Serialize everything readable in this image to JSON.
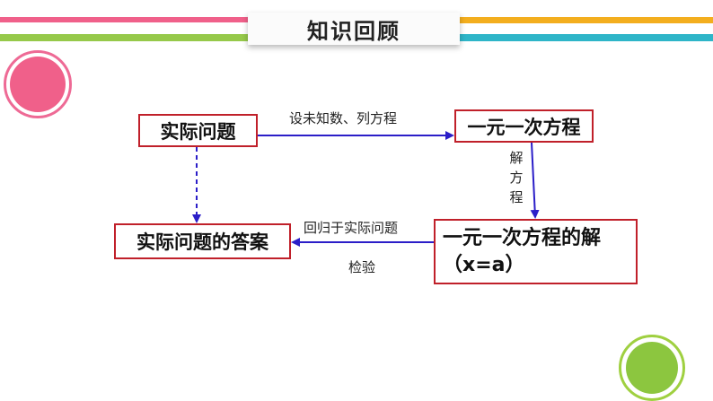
{
  "header": {
    "title": "知识回顾"
  },
  "diagram": {
    "nodes": {
      "problem": "实际问题",
      "equation": "一元一次方程",
      "solution_line1": "一元一次方程的解",
      "solution_line2": "（x=a）",
      "answer": "实际问题的答案"
    },
    "edges": {
      "set_unknown": "设未知数、列方程",
      "solve": "解方程",
      "back_to_problem": "回归于实际问题",
      "check": "检验"
    }
  },
  "colors": {
    "box_border": "#c0202a",
    "arrow": "#2b1ec8",
    "stripe_pink": "#f0608a",
    "stripe_green": "#96c94a",
    "stripe_orange": "#f3ae1e",
    "stripe_teal": "#2eb5c8"
  }
}
